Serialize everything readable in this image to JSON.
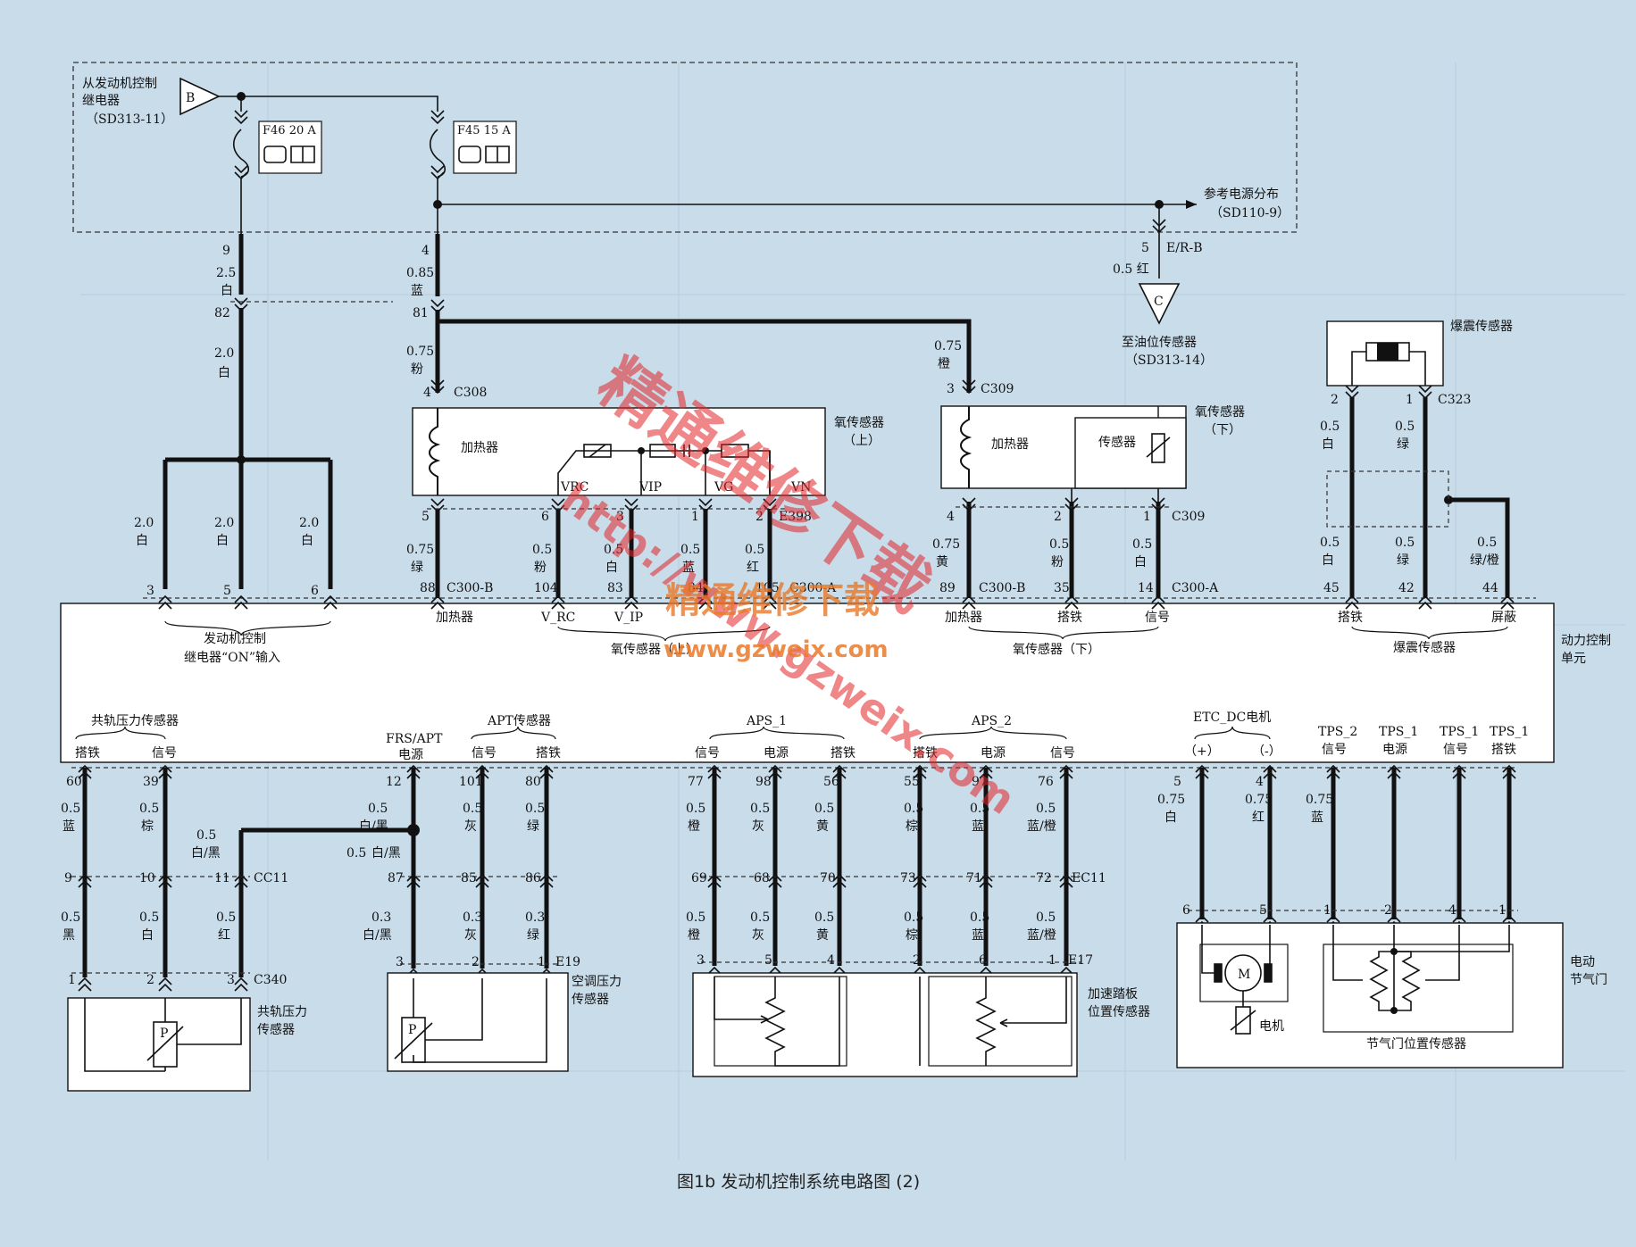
{
  "caption": "图1b   发动机控制系统电路图 (2)",
  "relay": {
    "symbol": "B",
    "line1": "从发动机控制",
    "line2": "继电器",
    "ref": "（SD313-11）"
  },
  "fuses": {
    "f46": "F46 20 A",
    "f45": "F45 15 A"
  },
  "ref_power": {
    "line1": "参考电源分布",
    "ref": "（SD110-9）"
  },
  "oil": {
    "symbol": "C",
    "line1": "至油位传感器",
    "ref": "（SD313-14）",
    "pin": "5",
    "code": "E/R-B",
    "wire": "0.5 红"
  },
  "wires": {
    "p9": "9",
    "w25": "2.5",
    "wbai": "白",
    "p82": "82",
    "w20": "2.0",
    "p4": "4",
    "w085": "0.85",
    "wlan": "蓝",
    "p81": "81",
    "w075": "0.75",
    "wfen": "粉",
    "wcheng": "橙",
    "wlv": "绿",
    "whuang": "黄",
    "w05": "0.5",
    "whong": "红",
    "wbai2": "白",
    "wlan2": "蓝",
    "pin3": "3",
    "pin4": "4",
    "pin5": "5",
    "pin6": "6",
    "pin1": "1",
    "pin2": "2",
    "c308": "C308",
    "c309": "C309",
    "e398": "E398",
    "c323": "C323",
    "p88": "88",
    "p104": "104",
    "p83": "83",
    "p84": "84",
    "p105": "105",
    "p89": "89",
    "p35": "35",
    "p14": "14",
    "p45": "45",
    "p42": "42",
    "p44": "44",
    "c300b": "C300-B",
    "c300a": "C300-A",
    "wlvcheng": "绿/橙"
  },
  "o2_up": {
    "title": "氧传感器",
    "sub": "（上）",
    "heater": "加热器",
    "vrc": "VRC",
    "vip": "VIP",
    "vg": "VG",
    "vn": "VN"
  },
  "o2_down": {
    "title": "氧传感器",
    "sub": "（下）",
    "heater": "加热器",
    "sensor": "传感器"
  },
  "knock": {
    "title": "爆震传感器"
  },
  "pcm": {
    "title_line1": "动力控制",
    "title_line2": "单元",
    "relay_in_1": "发动机控制",
    "relay_in_2": "继电器“ON”输入",
    "heater": "加热器",
    "vrc": "V_RC",
    "vip": "V_IP",
    "o2_up_label": "氧传感器（上）",
    "o2_down_label": "氧传感器（下）",
    "heater2": "加热器",
    "gnd": "搭铁",
    "sig": "信号",
    "knock_gnd": "搭铁",
    "shield": "屏蔽",
    "knock_label": "爆震传感器"
  },
  "lower": {
    "rail_group": "共轨压力传感器",
    "rail_gnd": "搭铁",
    "rail_sig": "信号",
    "frs1": "FRS/APT",
    "frs2": "电源",
    "apt_group": "APT传感器",
    "apt_sig": "信号",
    "apt_gnd": "搭铁",
    "aps1_group": "APS_1",
    "aps1_sig": "信号",
    "aps1_pwr": "电源",
    "aps1_gnd": "搭铁",
    "aps2_group": "APS_2",
    "aps2_gnd": "搭铁",
    "aps2_pwr": "电源",
    "aps2_sig": "信号",
    "etc_group": "ETC_DC电机",
    "etc_plus": "（+）",
    "etc_minus": "（-）",
    "tps2_1": "TPS_2",
    "tps2_2": "信号",
    "tps1p_1": "TPS_1",
    "tps1p_2": "电源",
    "tps1s_1": "TPS_1",
    "tps1s_2": "信号",
    "tps1g_1": "TPS_1",
    "tps1g_2": "搭铁",
    "p60": "60",
    "p39": "39",
    "p12": "12",
    "p101": "101",
    "p80": "80",
    "p77": "77",
    "p98": "98",
    "p56": "56",
    "p55": "55",
    "p97": "97",
    "p76": "76",
    "p5": "5",
    "p4": "4",
    "w05": "0.5",
    "w03": "0.3",
    "w075": "0.75",
    "lan": "蓝",
    "zong": "棕",
    "baihei": "白/黑",
    "hui": "灰",
    "lv": "绿",
    "cheng": "橙",
    "huang": "黄",
    "landcheng": "蓝/橙",
    "bai": "白",
    "hong": "红",
    "hei": "黑",
    "cc11": "CC11",
    "ec11": "EC11",
    "c340": "C340",
    "e19": "E19",
    "e17": "E17",
    "p9": "9",
    "p10": "10",
    "p11": "11",
    "p87": "87",
    "p85": "85",
    "p86": "86",
    "p69": "69",
    "p68": "68",
    "p70": "70",
    "p73": "73",
    "p71": "71",
    "p72": "72",
    "n1": "1",
    "n2": "2",
    "n3": "3",
    "n4": "4",
    "n5": "5",
    "n6": "6",
    "rail_sensor_1": "共轨压力",
    "rail_sensor_2": "传感器",
    "ac_1": "空调压力",
    "ac_2": "传感器",
    "pedal_1": "加速踏板",
    "pedal_2": "位置传感器",
    "throttle_1": "电动",
    "throttle_2": "节气门",
    "motor_label": "电机",
    "tps_label": "节气门位置传感器",
    "p_sym": "P",
    "m_sym": "M"
  },
  "watermark": {
    "line1": "精通维修下载",
    "line2": "http://www.gzweix.com",
    "line3": "精通维修下载",
    "line4": "www.gzweix.com"
  }
}
